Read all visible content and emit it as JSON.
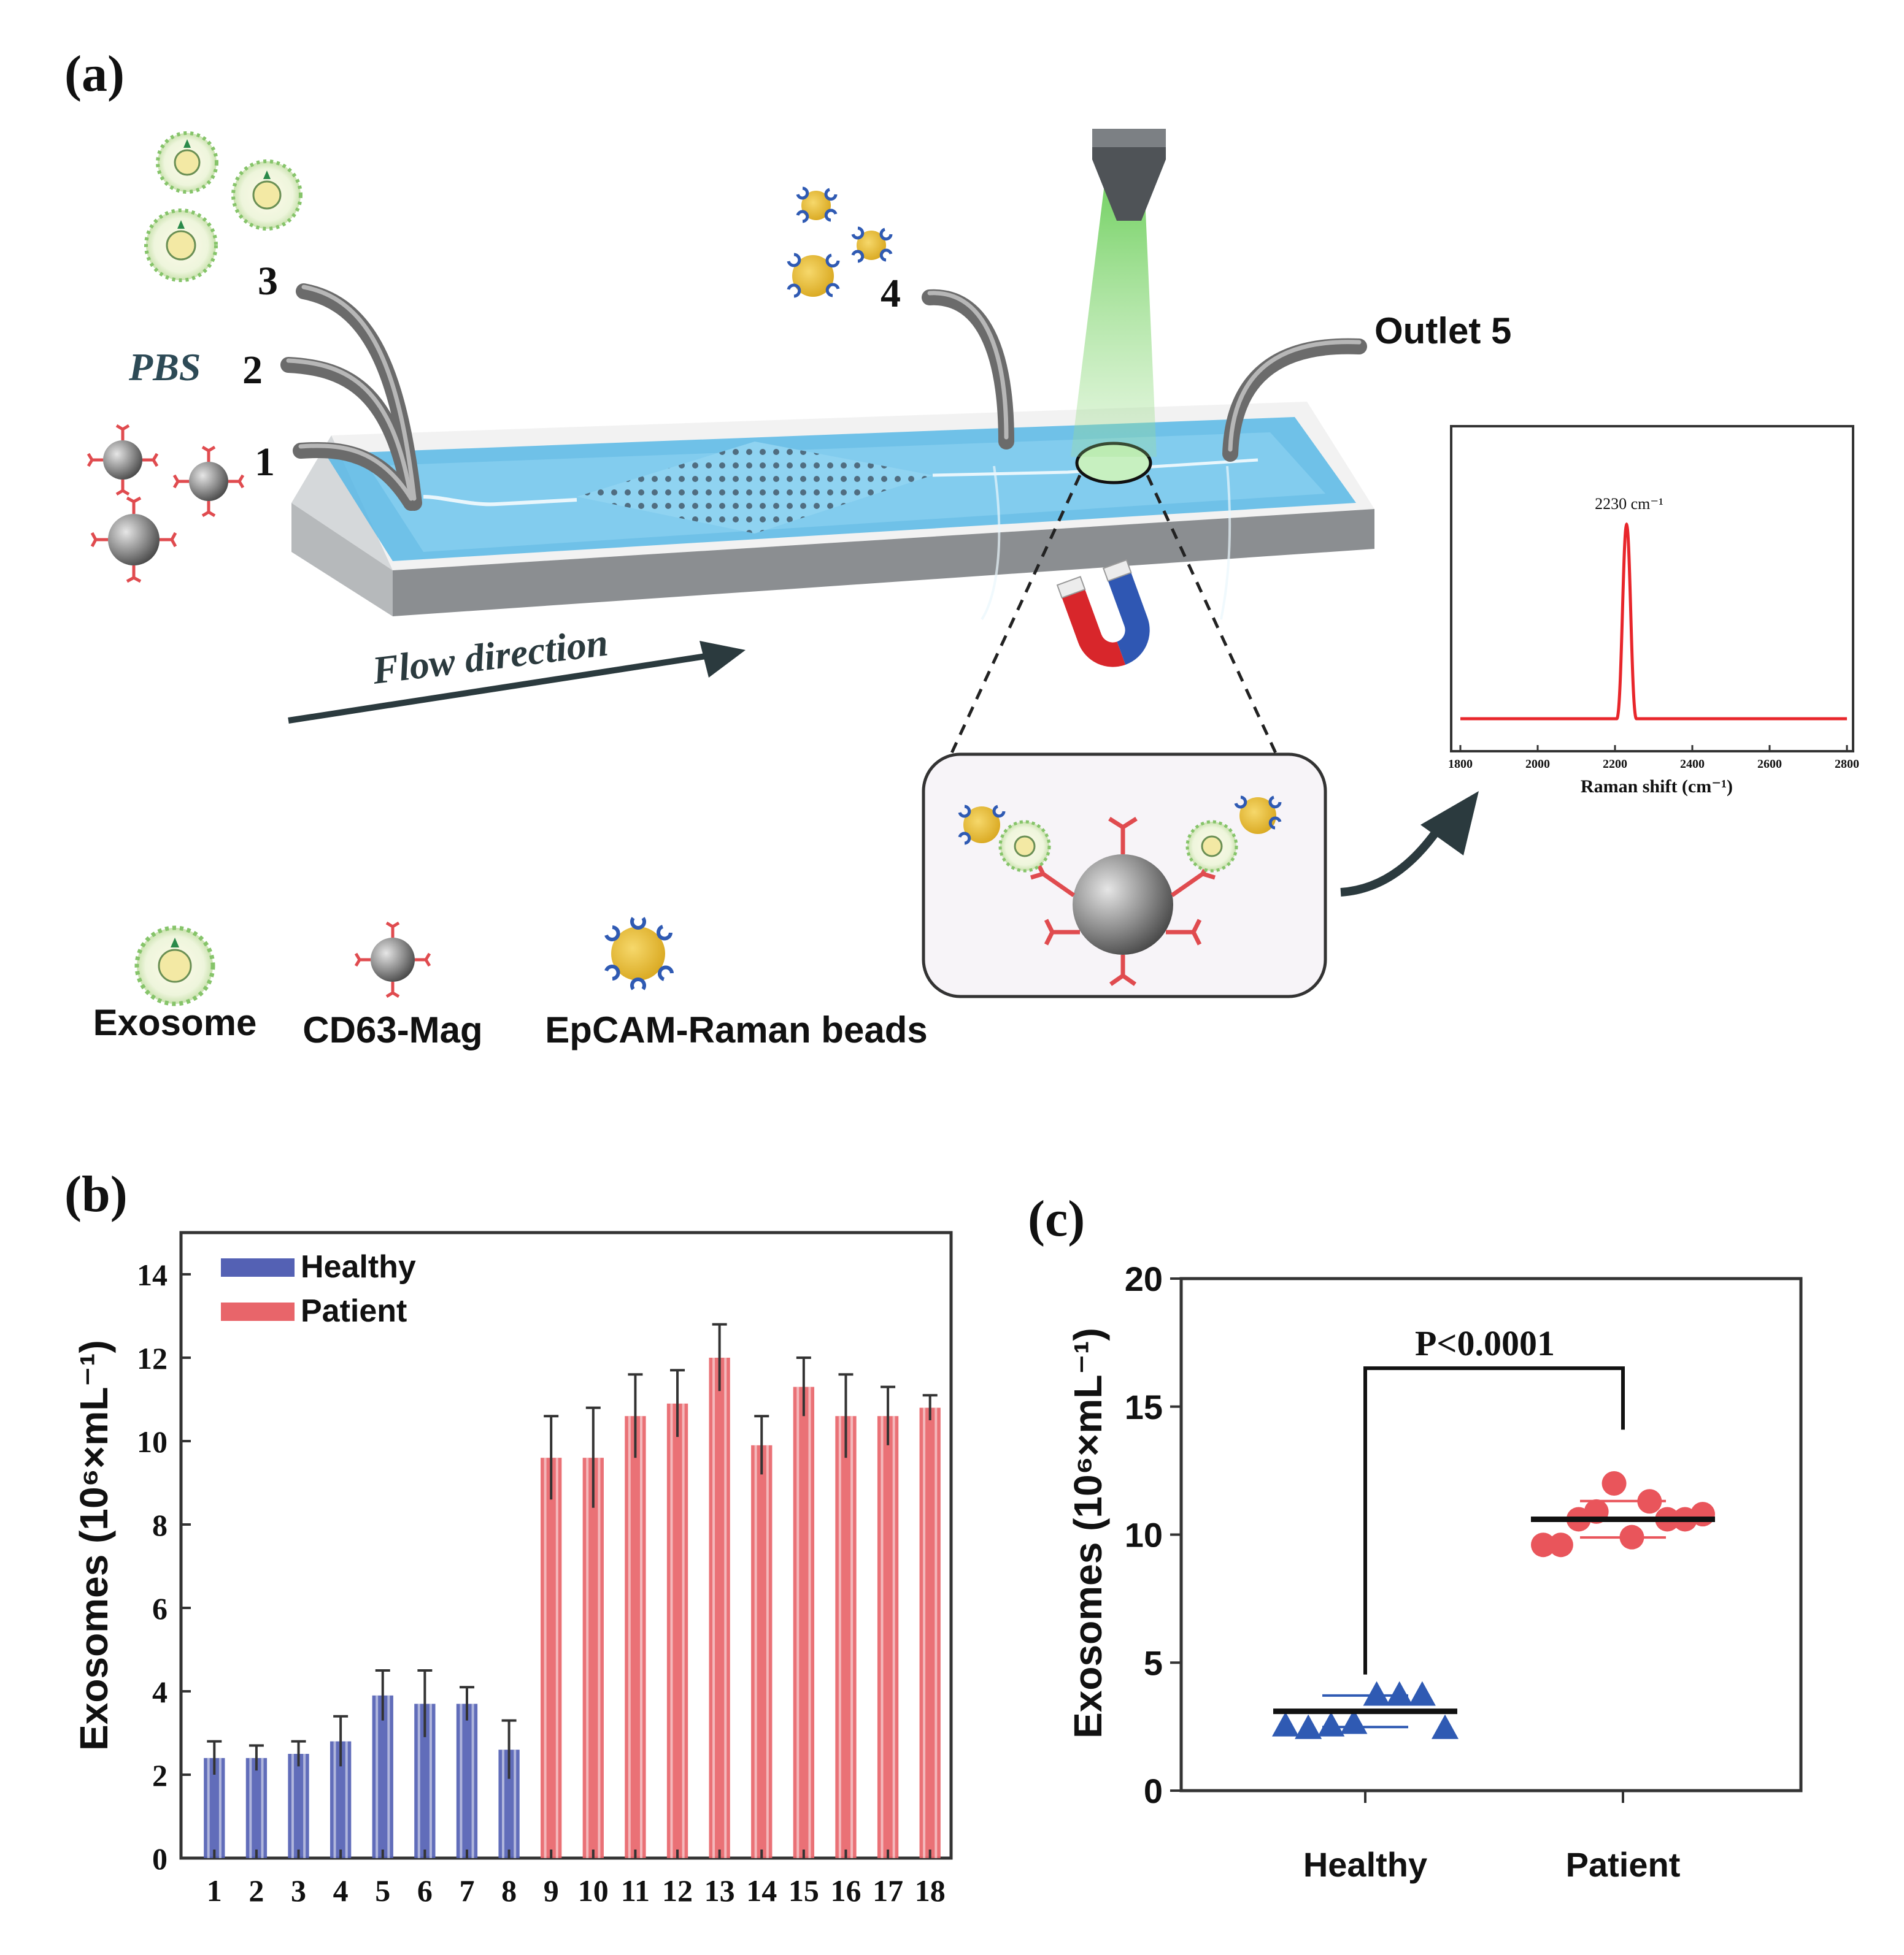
{
  "panel_a": {
    "label": "(a)",
    "inlets": {
      "n1": "1",
      "n2": "2",
      "n3": "3",
      "n4": "4",
      "pbs": "PBS",
      "outlet": "Outlet 5"
    },
    "flow_direction": "Flow direction",
    "legend": {
      "exosome": "Exosome",
      "cd63": "CD63-Mag",
      "epcam": "EpCAM-Raman beads"
    },
    "spectrum": {
      "peak_label": "2230 cm⁻¹",
      "x_ticks": [
        "1800",
        "2000",
        "2200",
        "2400",
        "2600",
        "2800"
      ],
      "xlabel": "Raman shift (cm⁻¹)",
      "line_color": "#e8262b"
    }
  },
  "chart_data": [
    {
      "type": "bar",
      "panel": "(b)",
      "ylabel": "Exosomes (10⁶×mL⁻¹)",
      "ylim": [
        0,
        15
      ],
      "y_ticks": [
        "0",
        "2",
        "4",
        "6",
        "8",
        "10",
        "12",
        "14"
      ],
      "categories": [
        "1",
        "2",
        "3",
        "4",
        "5",
        "6",
        "7",
        "8",
        "9",
        "10",
        "11",
        "12",
        "13",
        "14",
        "15",
        "16",
        "17",
        "18"
      ],
      "values": [
        2.4,
        2.4,
        2.5,
        2.8,
        3.9,
        3.7,
        3.7,
        2.6,
        9.6,
        9.6,
        10.6,
        10.9,
        12.0,
        9.9,
        11.3,
        10.6,
        10.6,
        10.8
      ],
      "errors": [
        0.4,
        0.3,
        0.3,
        0.6,
        0.6,
        0.8,
        0.4,
        0.7,
        1.0,
        1.2,
        1.0,
        0.8,
        0.8,
        0.7,
        0.7,
        1.0,
        0.7,
        0.3
      ],
      "series": [
        {
          "name": "Healthy",
          "color": "#5461b4"
        },
        {
          "name": "Patient",
          "color": "#e8656a"
        }
      ],
      "series_assignment": [
        "Healthy",
        "Healthy",
        "Healthy",
        "Healthy",
        "Healthy",
        "Healthy",
        "Healthy",
        "Healthy",
        "Patient",
        "Patient",
        "Patient",
        "Patient",
        "Patient",
        "Patient",
        "Patient",
        "Patient",
        "Patient",
        "Patient"
      ],
      "legend": "top-left"
    },
    {
      "type": "scatter",
      "panel": "(c)",
      "ylabel": "Exosomes (10⁶×mL⁻¹)",
      "ylim": [
        0,
        20
      ],
      "y_ticks": [
        "0",
        "5",
        "10",
        "15",
        "20"
      ],
      "categories": [
        "Healthy",
        "Patient"
      ],
      "series": [
        {
          "name": "Healthy",
          "color": "#2f5ab3",
          "marker": "triangle",
          "values": [
            2.5,
            2.4,
            2.5,
            2.6,
            3.7,
            3.7,
            3.7,
            2.4
          ],
          "mean": 3.1
        },
        {
          "name": "Patient",
          "color": "#e9555b",
          "marker": "circle",
          "values": [
            9.6,
            9.6,
            10.6,
            10.9,
            12.0,
            9.9,
            11.3,
            10.6,
            10.6,
            10.8
          ],
          "mean": 10.6
        }
      ],
      "annotation": "P<0.0001"
    }
  ]
}
